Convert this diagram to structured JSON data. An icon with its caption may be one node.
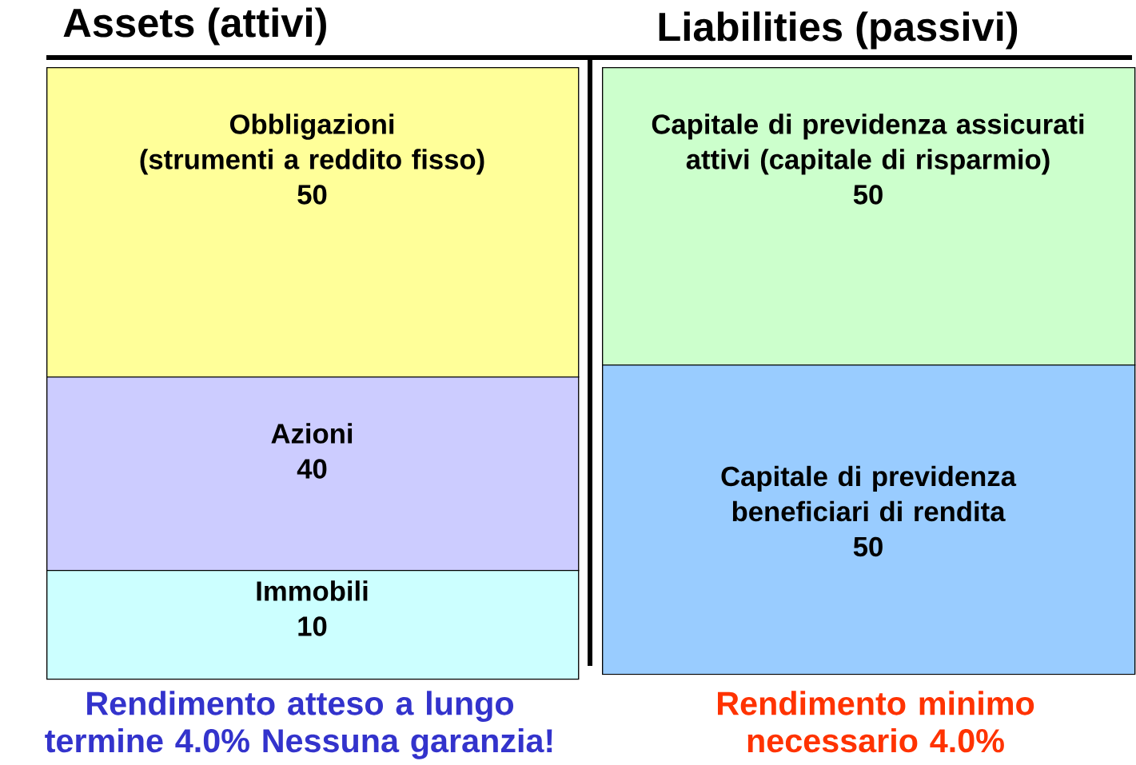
{
  "diagram": {
    "nodes": [
      {
        "text": [
          "Obbligazioni",
          "(strumenti a reddito fisso)",
          "50"
        ]
      },
      {
        "text": [
          "Azioni",
          "40"
        ]
      },
      {
        "text": [
          "Immobili",
          "10"
        ]
      },
      {
        "text": [
          "Capitale di previdenza assicurati attivi (capitale di risparmio)",
          "50"
        ]
      },
      {
        "text": [
          "Capitale di previdenza beneficiari di rendita",
          "50"
        ]
      }
    ],
    "labels": [
      "Assets (attivi)",
      "Liabilities (passivi)",
      "Rendimento atteso a lungo termine 4.0% Nessuna garanzia!",
      "Rendimento minimo necessario 4.0%"
    ]
  }
}
